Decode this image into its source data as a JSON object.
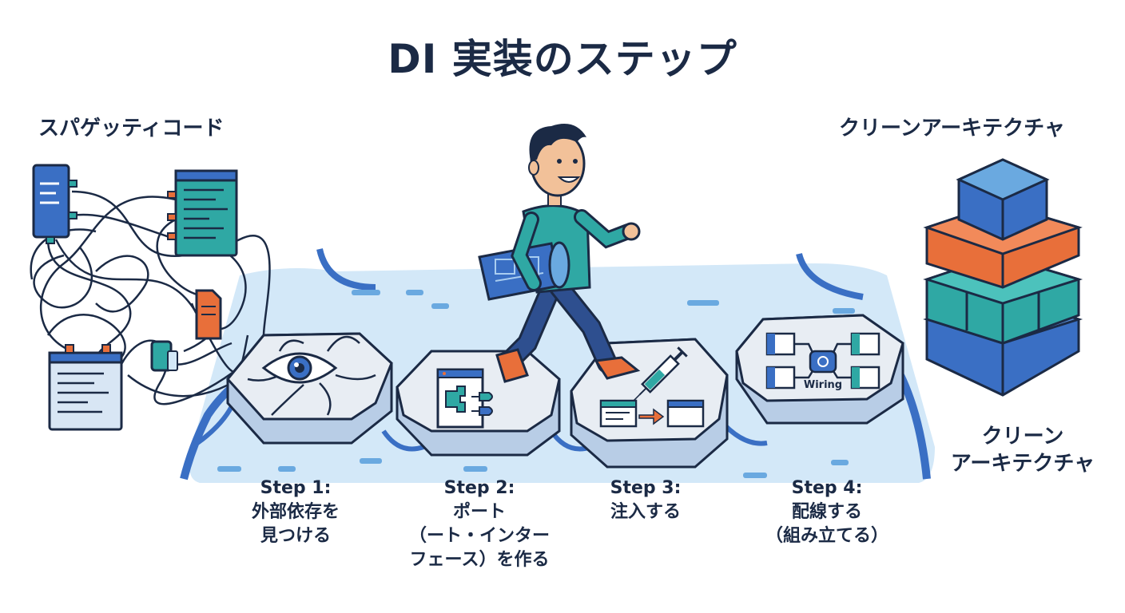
{
  "title": "DI 実装のステップ",
  "left_label": "スパゲッティコード",
  "right_label": "クリーンアーキテクチャ",
  "right_sublabel_line1": "クリーン",
  "right_sublabel_line2": "アーキテクチャ",
  "wiring_label": "Wiring",
  "steps": [
    {
      "step": "Step 1:",
      "line1": "外部依存を",
      "line2": "見つける",
      "line3": ""
    },
    {
      "step": "Step 2:",
      "line1": "ポート",
      "line2": "（ート・インター",
      "line3": "フェース）を作る"
    },
    {
      "step": "Step 3:",
      "line1": "注入する",
      "line2": "",
      "line3": ""
    },
    {
      "step": "Step 4:",
      "line1": "配線する",
      "line2": "（組み立てる）",
      "line3": ""
    }
  ],
  "icons": {
    "step1": "eye-icon",
    "step2": "interface-window-icon",
    "step3": "syringe-icon",
    "step4": "wiring-icon",
    "cube_stack": "cube-stack-icon",
    "person": "walking-developer-icon"
  },
  "colors": {
    "navy": "#1b2a45",
    "blue": "#3a6fc4",
    "light_blue": "#d3e8f8",
    "teal": "#2fa8a4",
    "orange": "#e86f3a",
    "stone": "#e8edf3"
  }
}
